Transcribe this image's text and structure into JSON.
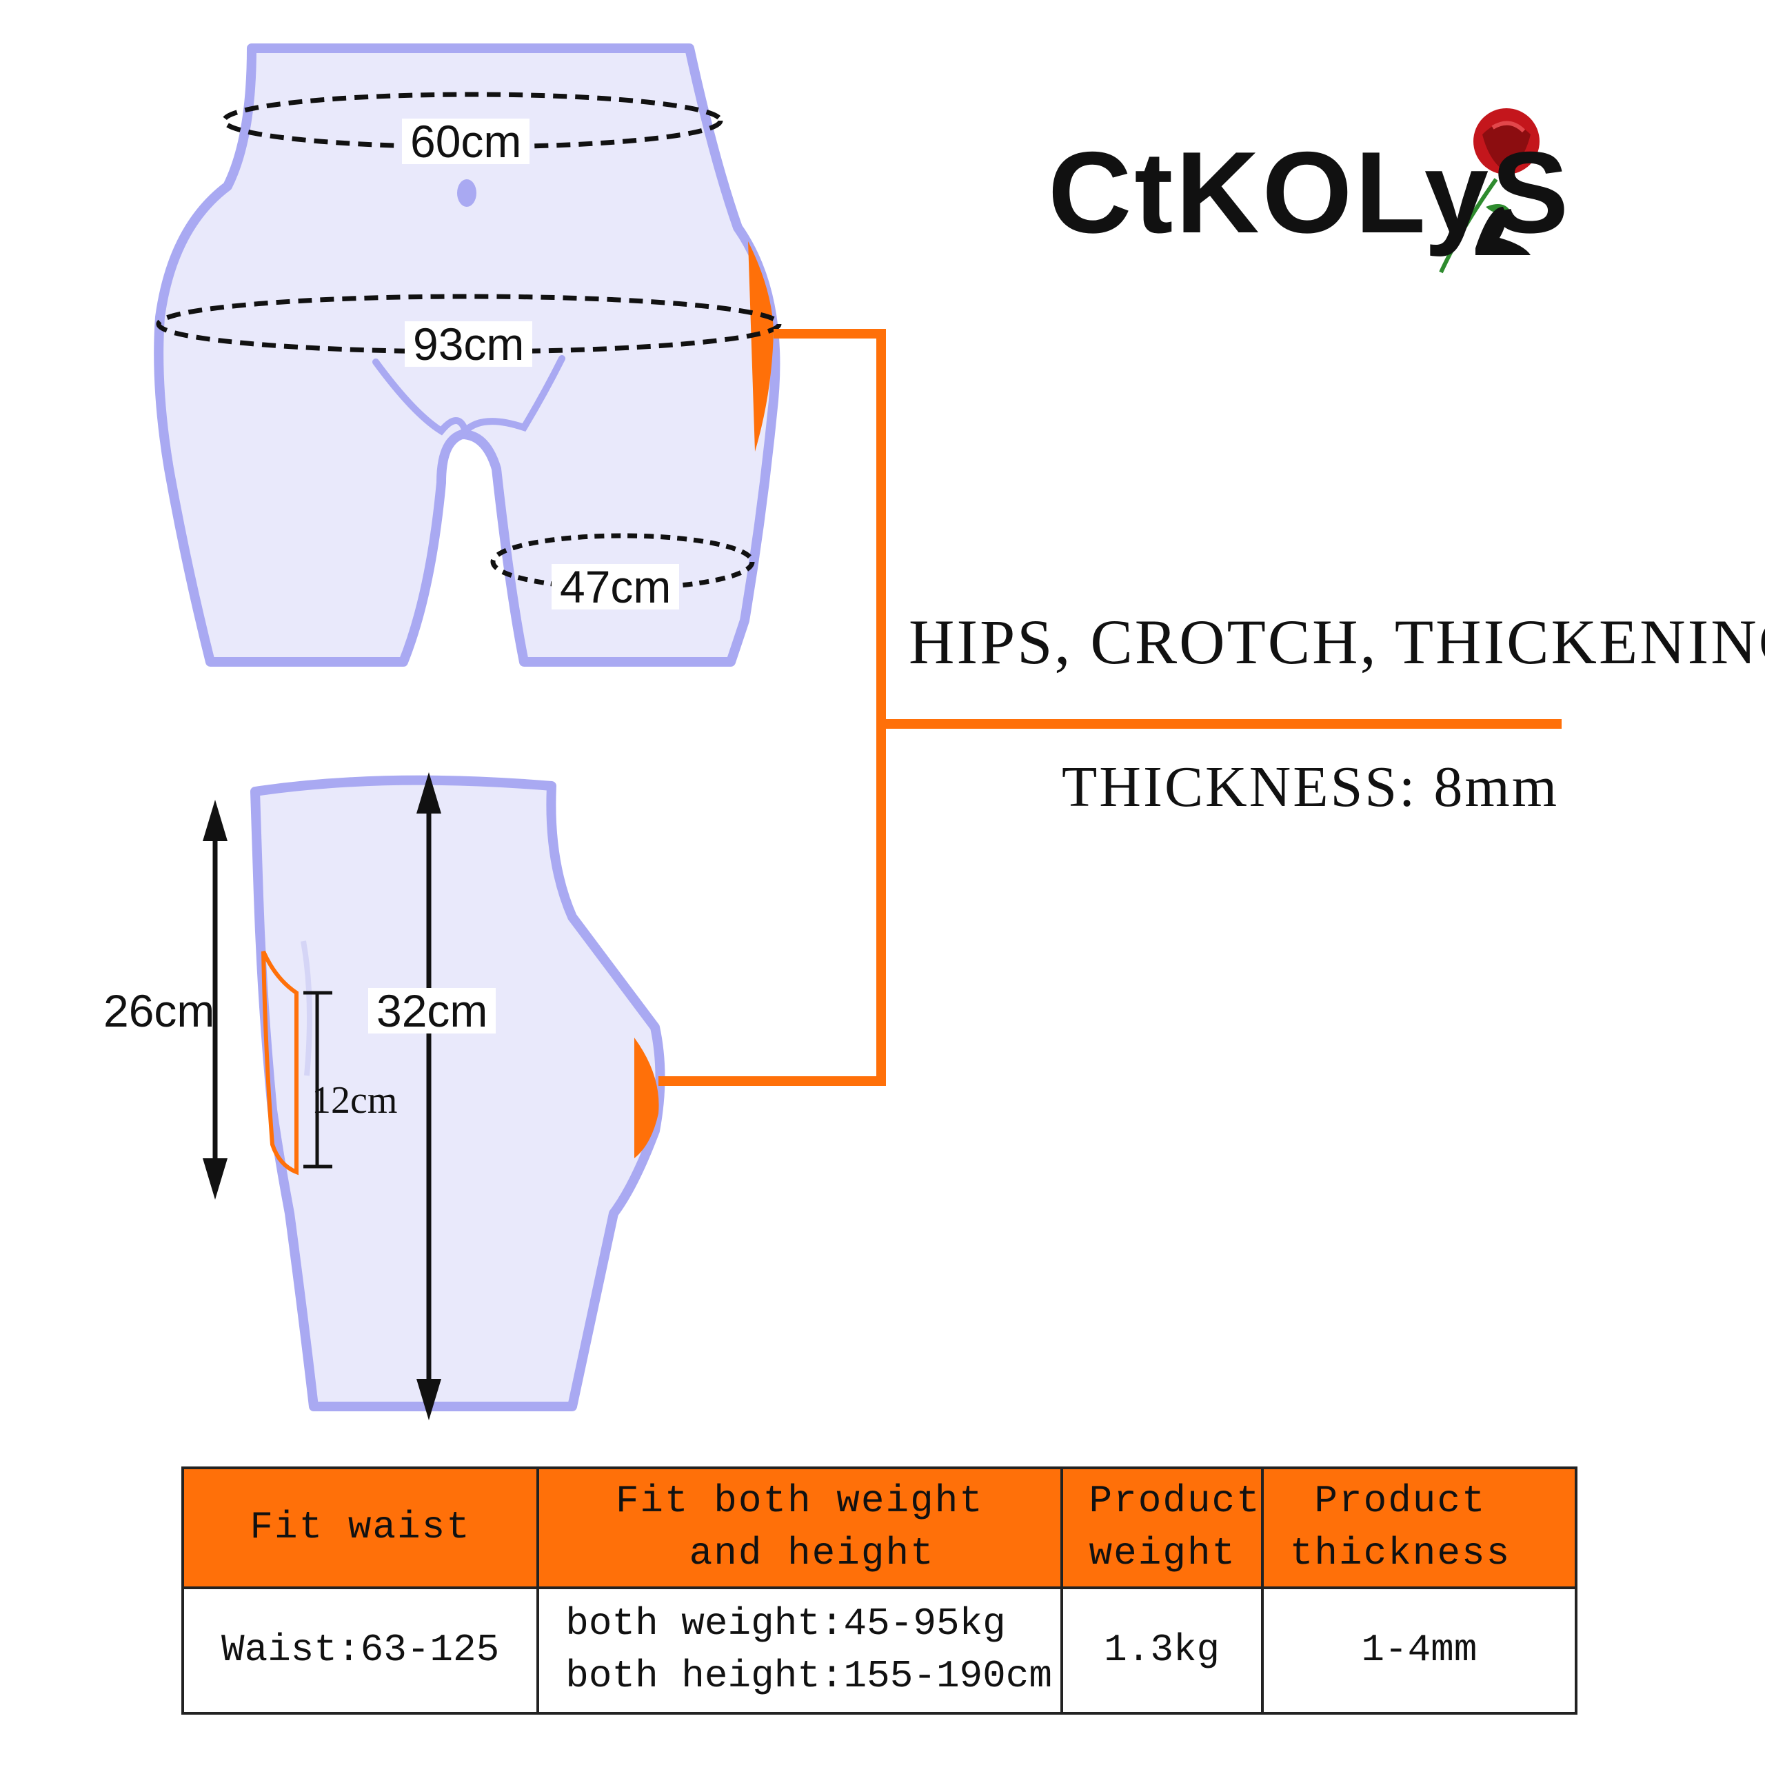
{
  "brand": {
    "name": "CtKOLyS"
  },
  "front_view": {
    "waist": "60cm",
    "hip": "93cm",
    "thigh": "47cm"
  },
  "side_view": {
    "height_short": "26cm",
    "height_total": "32cm",
    "pad_length": "12cm"
  },
  "callout": {
    "headline": "HIPS, CROTCH, THICKENING",
    "thickness": "THICKNESS: 8mm"
  },
  "colors": {
    "outline": "#a9a9f2",
    "fill": "#e9e9fb",
    "accent": "#ff7009",
    "rose": "#c4161c",
    "stem": "#2e8b2e"
  },
  "spec_table": {
    "headers": [
      "Fit waist",
      "Fit both weight\n and height",
      "Product\nweight",
      " Product\nthickness"
    ],
    "row": [
      "Waist:63-125",
      "both weight:45-95kg\nboth height:155-190cm",
      "1.3kg",
      "1-4mm"
    ]
  }
}
